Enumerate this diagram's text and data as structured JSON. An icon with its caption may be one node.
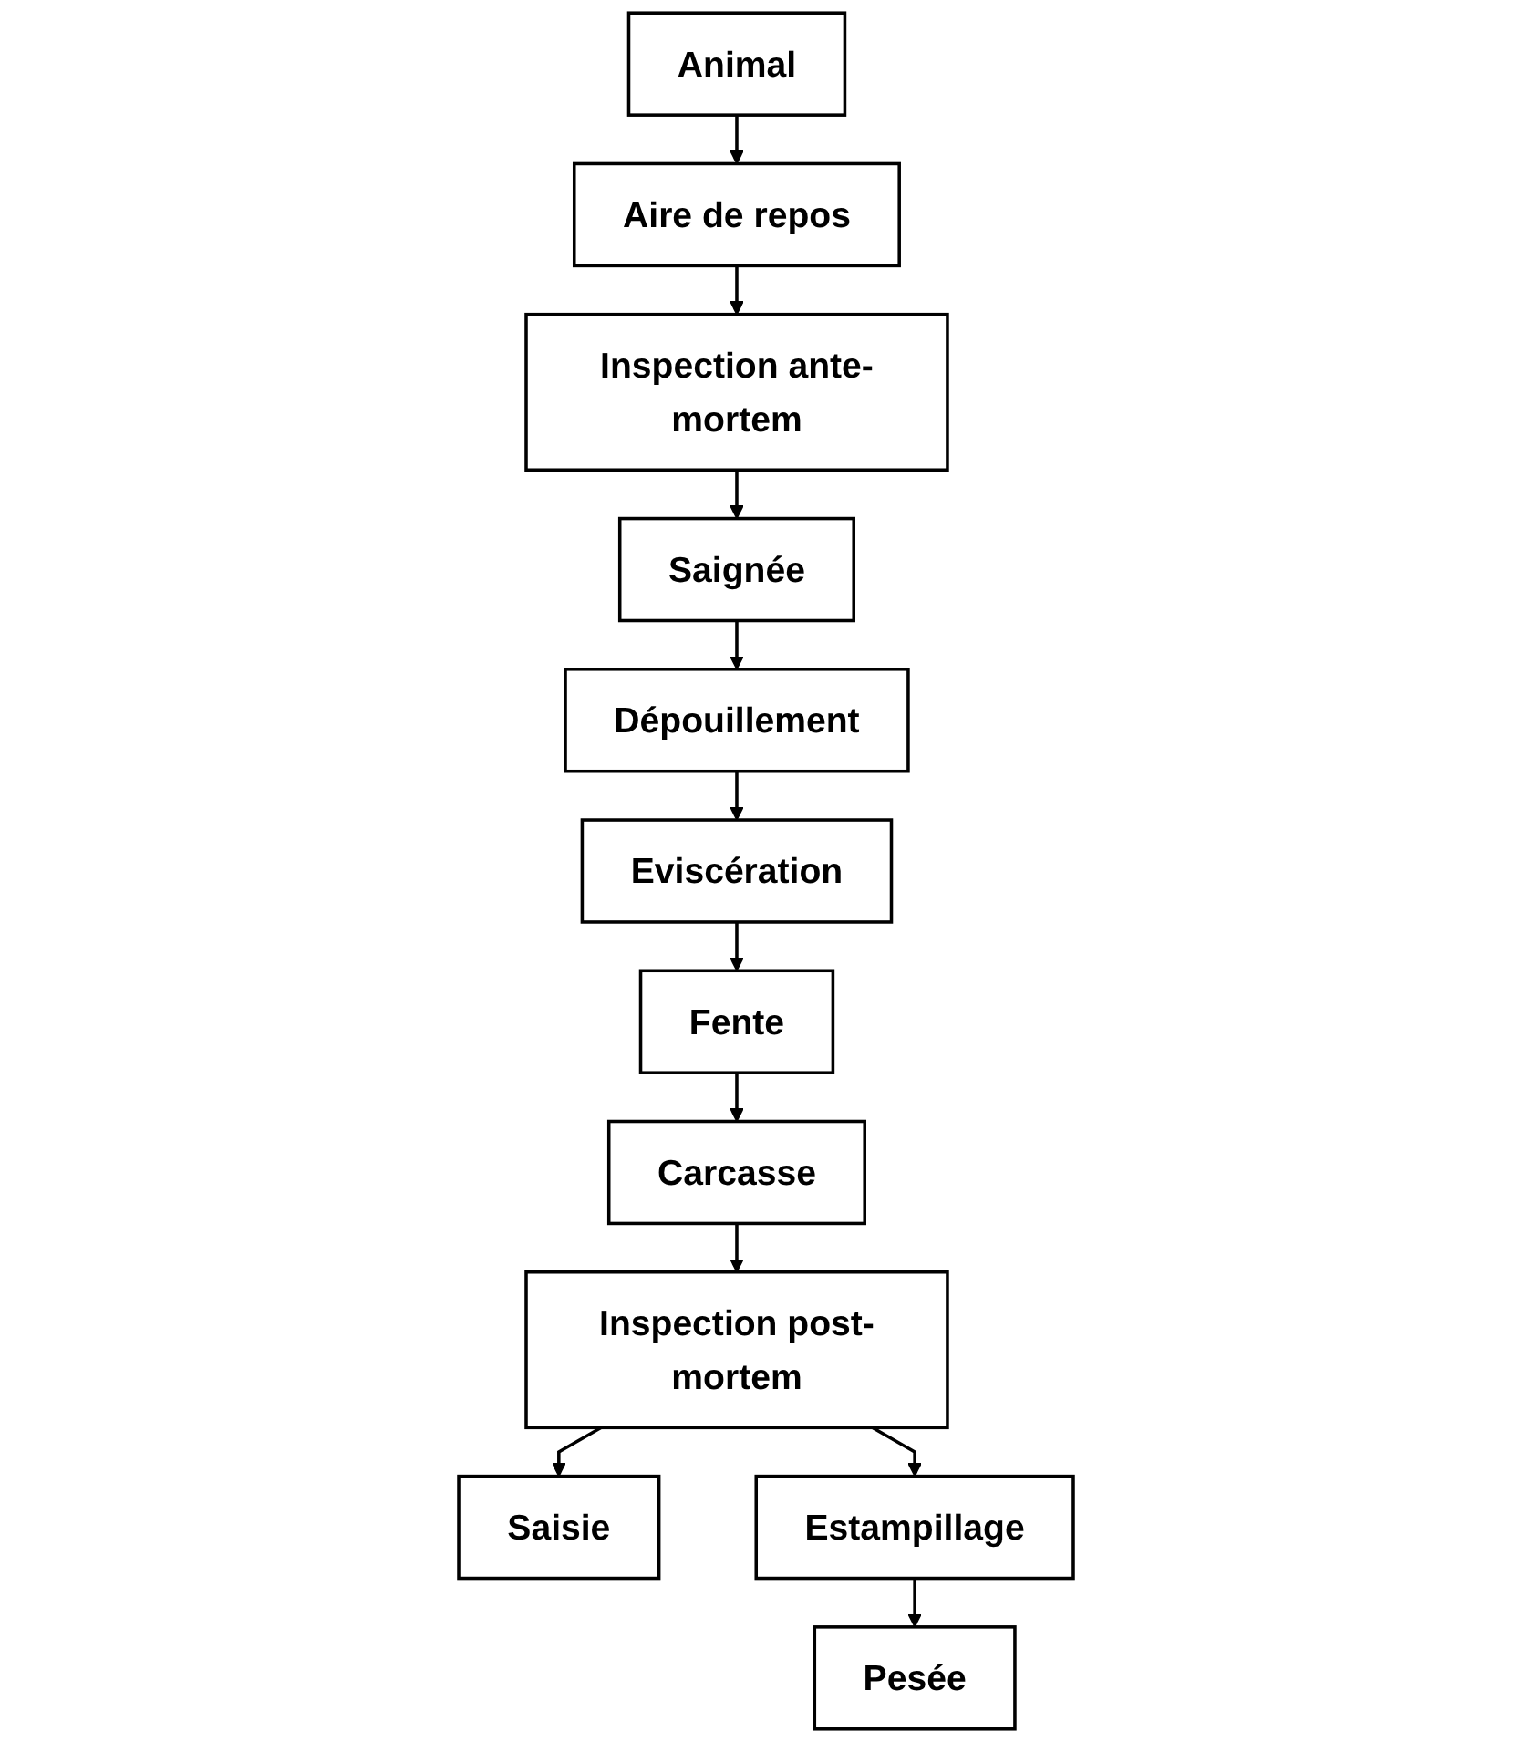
{
  "diagram": {
    "nodes": [
      {
        "text": [
          "Animal"
        ]
      },
      {
        "text": [
          "Aire de repos"
        ]
      },
      {
        "text": [
          "Inspection ante-mortem"
        ]
      },
      {
        "text": [
          "Saignée"
        ]
      },
      {
        "text": [
          "Dépouillement"
        ]
      },
      {
        "text": [
          "Eviscération"
        ]
      },
      {
        "text": [
          "Fente"
        ]
      },
      {
        "text": [
          "Carcasse"
        ]
      },
      {
        "text": [
          "Inspection post-mortem"
        ]
      },
      {
        "text": [
          "Saisie"
        ]
      },
      {
        "text": [
          "Estampillage"
        ]
      },
      {
        "text": [
          "Pesée"
        ]
      }
    ],
    "edges": [
      {
        "from": 0,
        "to": 1,
        "arrow": "to"
      },
      {
        "from": 1,
        "to": 2,
        "arrow": "to"
      },
      {
        "from": 2,
        "to": 3,
        "arrow": "to"
      },
      {
        "from": 3,
        "to": 4,
        "arrow": "to"
      },
      {
        "from": 4,
        "to": 5,
        "arrow": "to"
      },
      {
        "from": 5,
        "to": 6,
        "arrow": "to"
      },
      {
        "from": 6,
        "to": 7,
        "arrow": "to"
      },
      {
        "from": 7,
        "to": 8,
        "arrow": "to"
      },
      {
        "from": 8,
        "to": 9,
        "arrow": "to"
      },
      {
        "from": 8,
        "to": 10,
        "arrow": "to"
      },
      {
        "from": 10,
        "to": 11,
        "arrow": "to"
      }
    ]
  }
}
